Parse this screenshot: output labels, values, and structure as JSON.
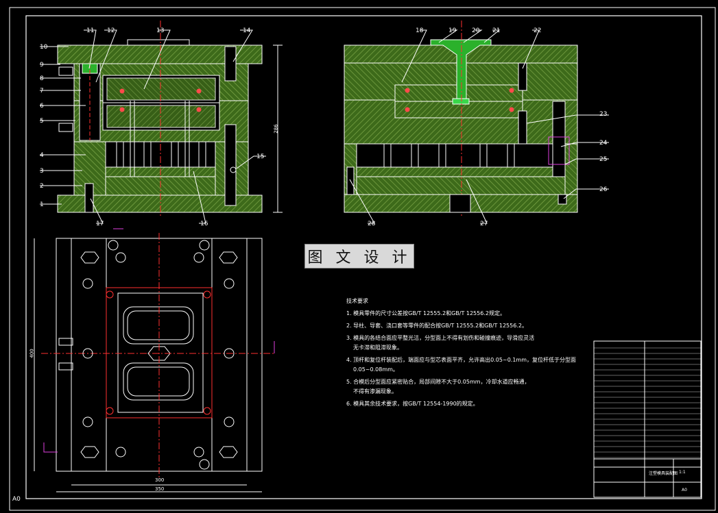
{
  "watermark": "图 文 设 计",
  "corner_label": "A0",
  "part_numbers_left": [
    "1",
    "2",
    "3",
    "4",
    "5",
    "6",
    "7",
    "8",
    "9",
    "10",
    "11",
    "12",
    "13",
    "14",
    "15",
    "16",
    "17"
  ],
  "part_numbers_right": [
    "18",
    "19",
    "20",
    "21",
    "22",
    "23",
    "24",
    "25",
    "26",
    "27",
    "28"
  ],
  "notes": {
    "heading": "技术要求",
    "items": [
      "1. 模具零件的尺寸公差按GB/T 12555.2和GB/T 12556.2规定。",
      "2. 导柱、导套、浇口套等零件的配合按GB/T 12555.2和GB/T 12556.2。",
      "3. 模具的各结合面应平整光洁，分型面上不得有划伤和碰撞痕迹，导滑应灵活",
      "   无卡滞和阻滞现象。",
      "4. 顶杆和复位杆装配后，端面应与型芯表面平齐，允许高出0.05~0.1mm，复位杆低于分型面",
      "   0.05~0.08mm。",
      "5. 合模后分型面应紧密贴合，局部间隙不大于0.05mm，冷却水道应畅通，",
      "   不得有渗漏现象。",
      "6. 模具其余技术要求，按GB/T 12554-1990的规定。"
    ]
  },
  "dimensions": {
    "plan_width_inner": "300",
    "plan_width_outer": "350",
    "plan_height": "400",
    "side_height": "286"
  },
  "title_block": {
    "drawing_name": "注塑模具装配图",
    "scale": "1:1",
    "sheet": "A0"
  },
  "colors": {
    "background": "#000000",
    "plate_fill": "#3d6a1a",
    "hatch": "#7fa94a",
    "outline": "#ffffff",
    "centerline": "#ff3030",
    "leader": "#ffffff",
    "accent": "#e040e0",
    "highlight": "#39d84a"
  }
}
